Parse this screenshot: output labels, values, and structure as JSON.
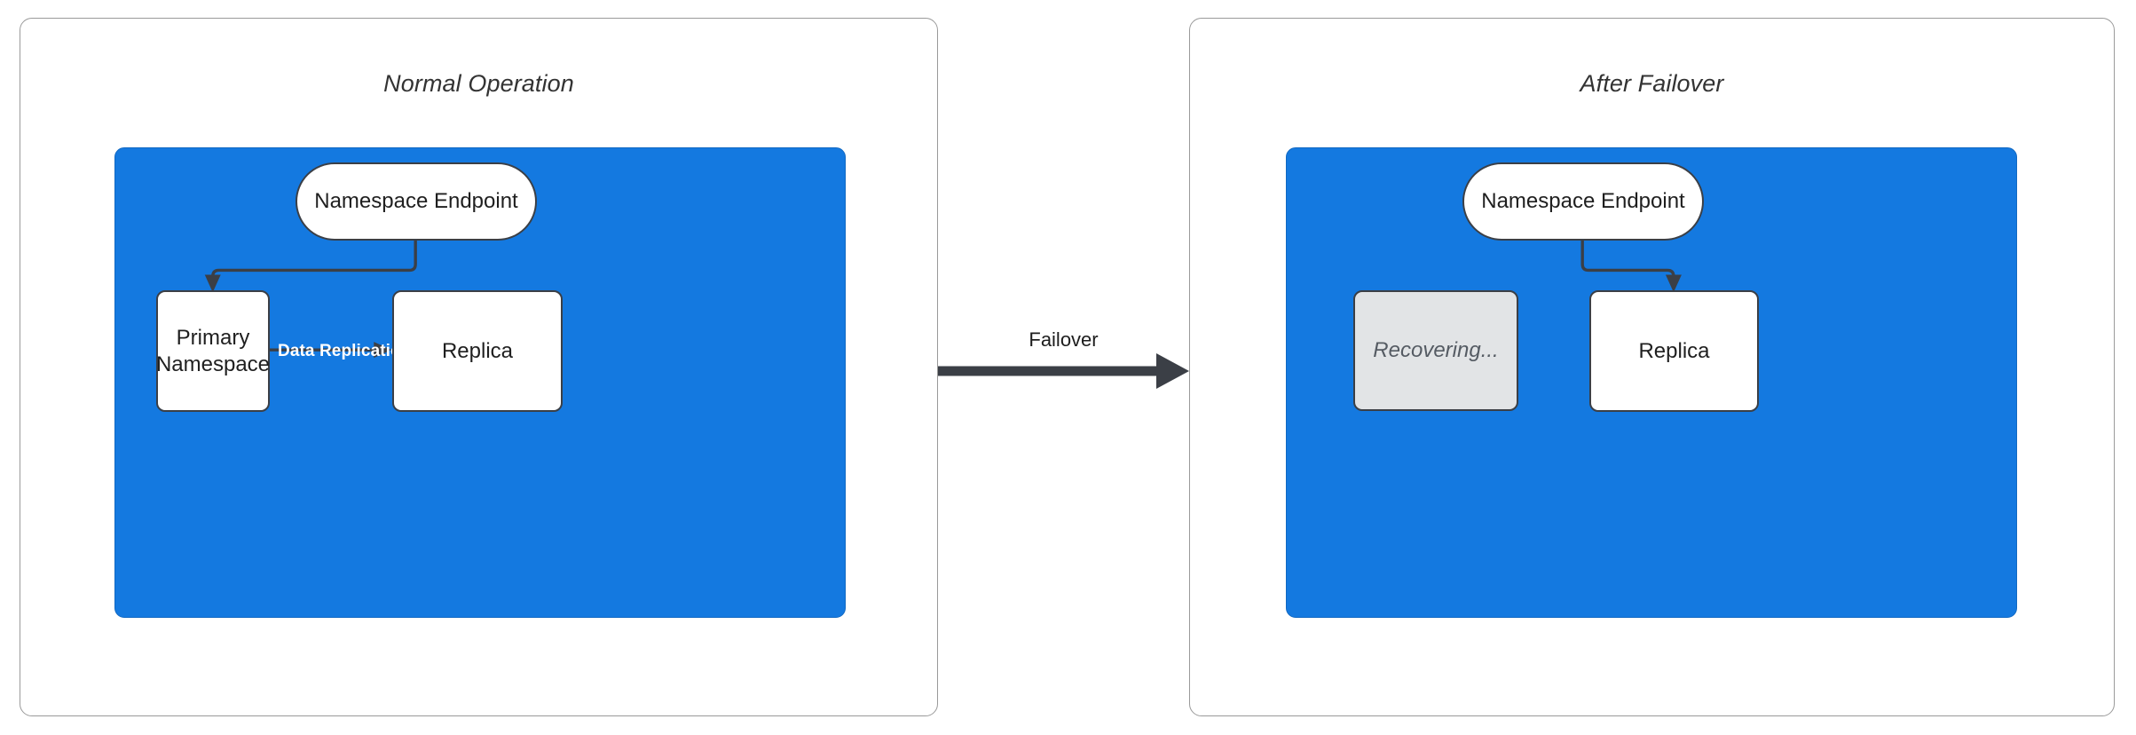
{
  "diagram": {
    "title_hidden": "",
    "colors": {
      "zone_blue": "#1479e0",
      "node_stroke": "#3b3f46",
      "node_fill": "#ffffff",
      "dim_fill": "#e2e4e6",
      "dim_text": "#555b63",
      "panel_border": "#9a9a9a",
      "edge_label_text": "#ffffff",
      "title_text": "#333333"
    },
    "panels": [
      {
        "id": "normal",
        "title": "Normal Operation",
        "nodes": [
          {
            "id": "endpoint-left",
            "label": "Namespace Endpoint",
            "shape": "pill",
            "state": "active"
          },
          {
            "id": "primary",
            "label": "Primary\nNamespace",
            "line1": "Primary",
            "line2": "Namespace",
            "shape": "box",
            "state": "active"
          },
          {
            "id": "replica-left",
            "label": "Replica",
            "shape": "box",
            "state": "active"
          }
        ],
        "edges": [
          {
            "id": "endpoint-to-primary",
            "from": "endpoint-left",
            "to": "primary",
            "label": "",
            "style": "orthogonal-arrow"
          },
          {
            "id": "primary-to-replica",
            "from": "primary",
            "to": "replica-left",
            "label": "Data Replication",
            "style": "straight-arrow"
          }
        ]
      },
      {
        "id": "failover",
        "title": "After Failover",
        "nodes": [
          {
            "id": "endpoint-right",
            "label": "Namespace Endpoint",
            "shape": "pill",
            "state": "active"
          },
          {
            "id": "recovering",
            "label": "Recovering...",
            "shape": "box",
            "state": "dimmed"
          },
          {
            "id": "replica-right",
            "label": "Replica",
            "shape": "box",
            "state": "active"
          }
        ],
        "edges": [
          {
            "id": "endpoint-to-replica",
            "from": "endpoint-right",
            "to": "replica-right",
            "label": "",
            "style": "orthogonal-arrow"
          }
        ]
      }
    ],
    "transition": {
      "id": "failover-transition",
      "label": "Failover",
      "from_panel": "normal",
      "to_panel": "failover",
      "style": "thick-arrow"
    }
  }
}
